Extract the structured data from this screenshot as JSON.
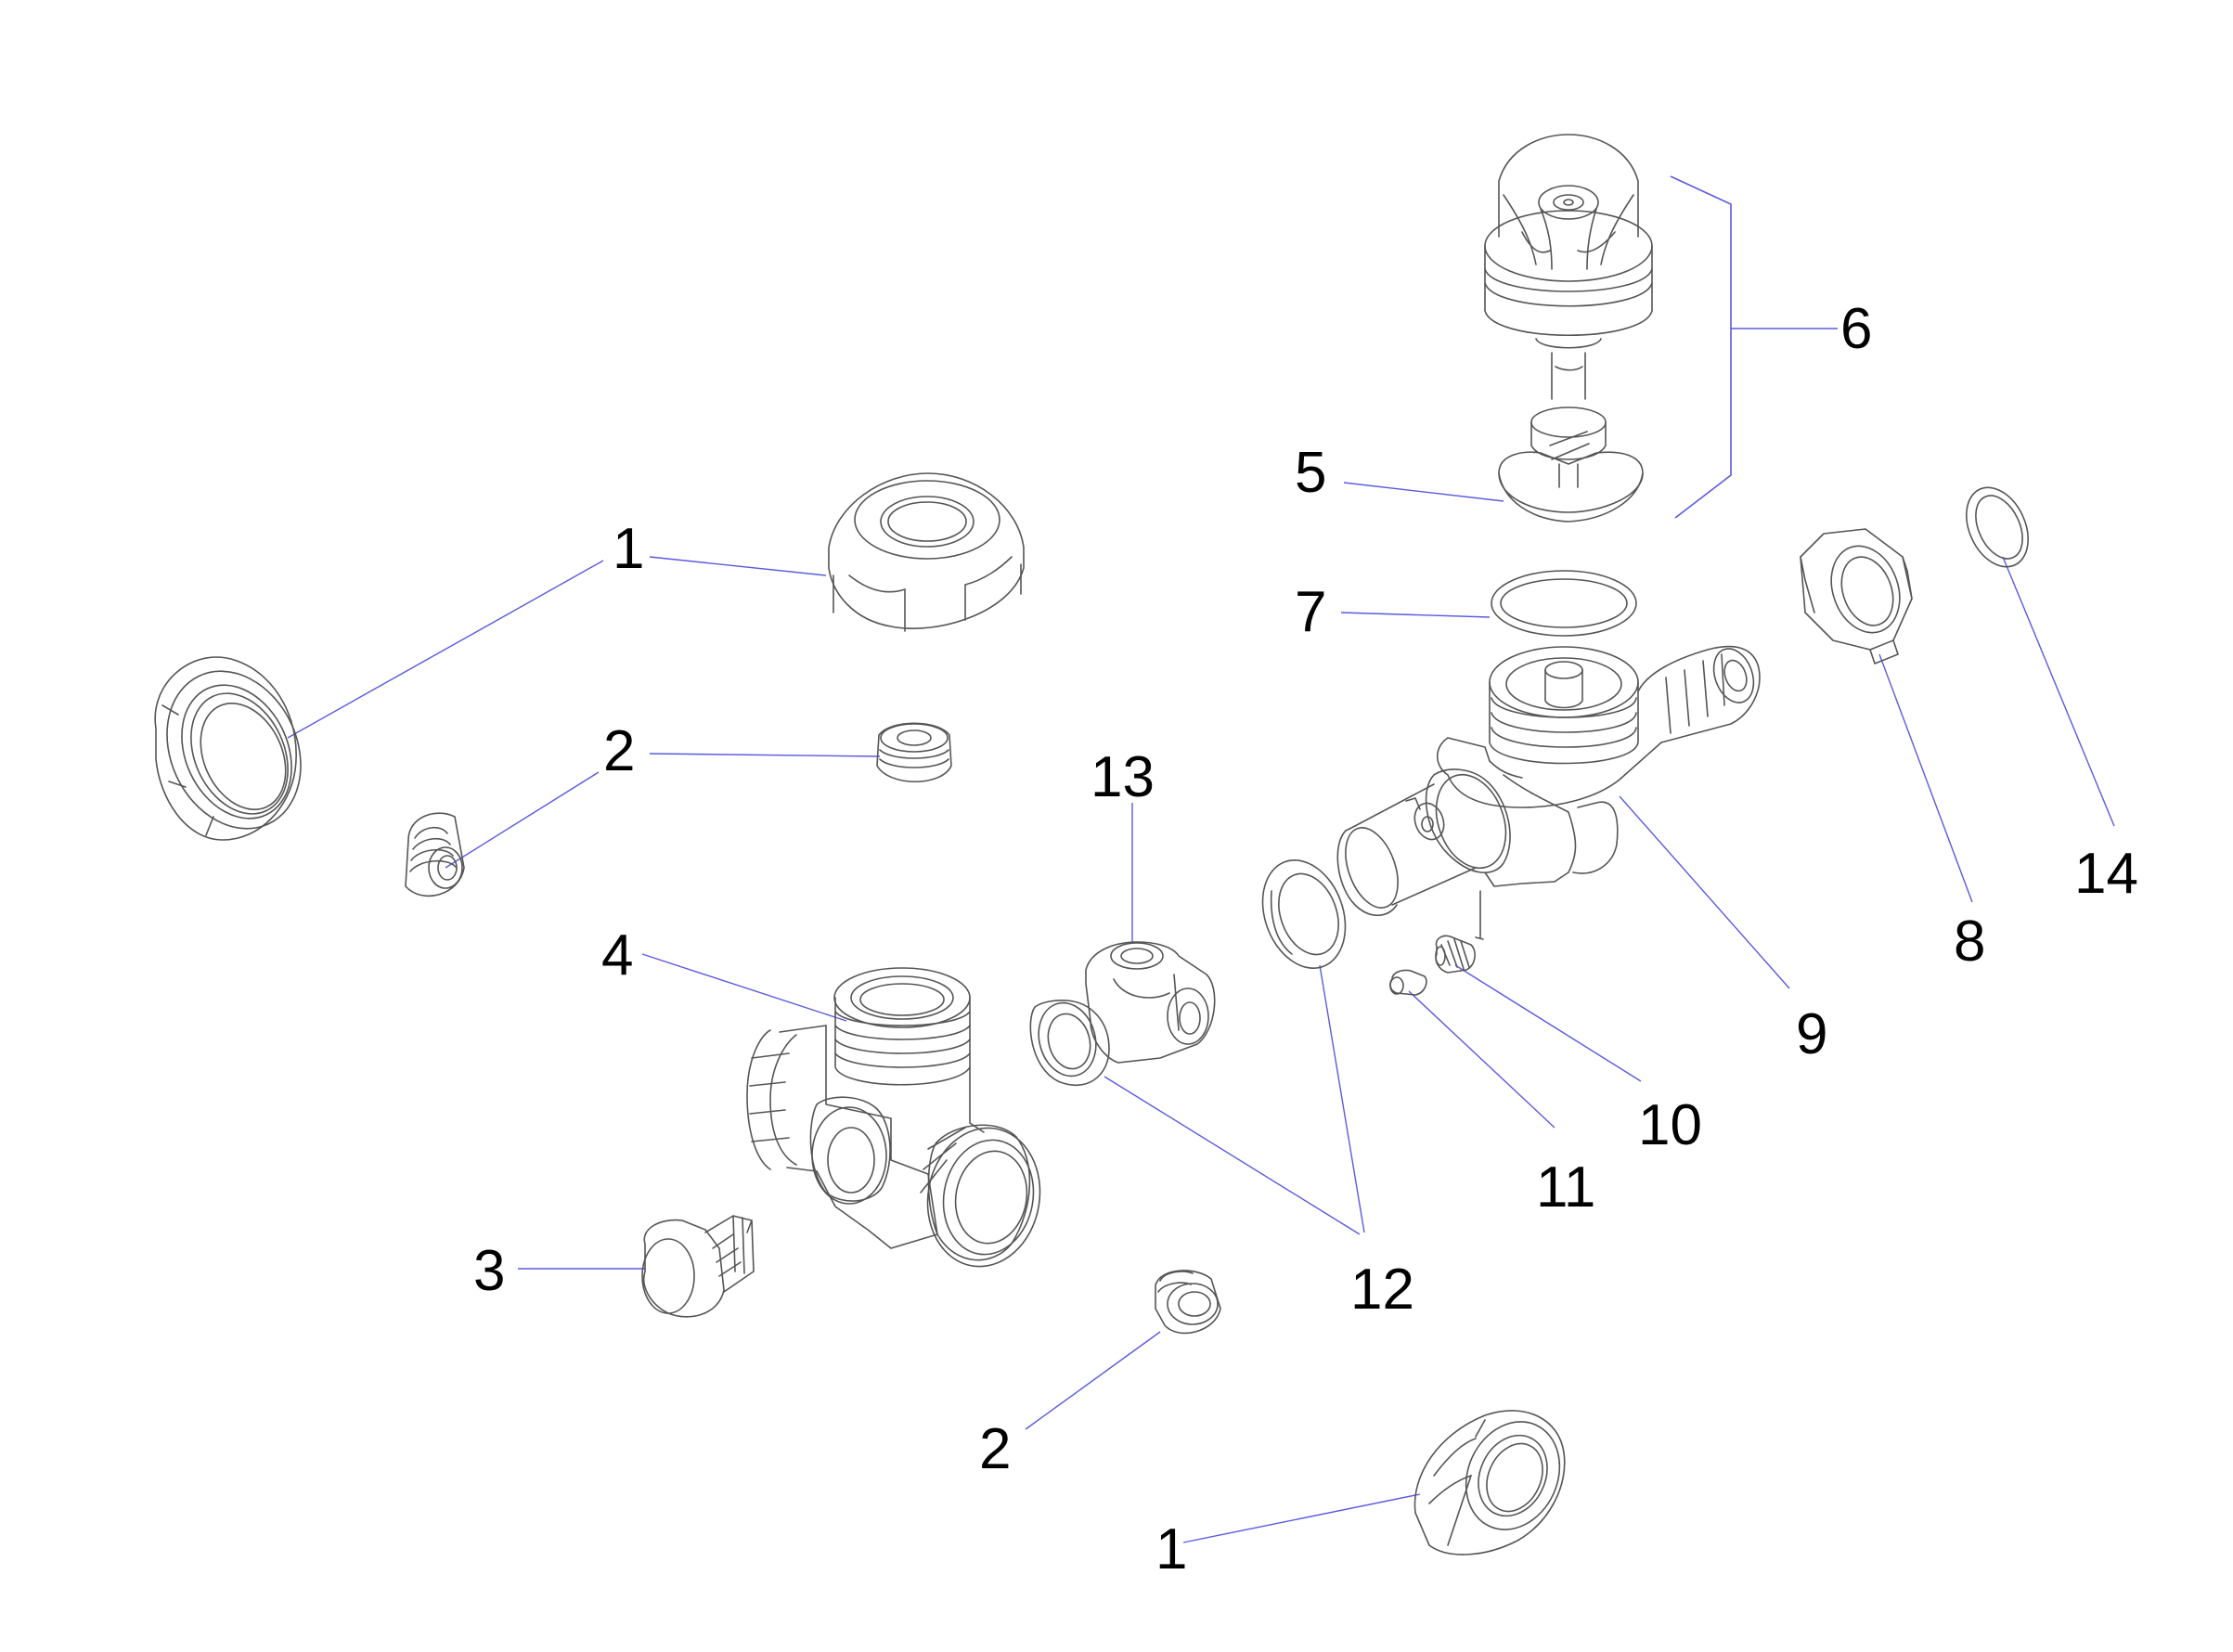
{
  "colors": {
    "background": "#ffffff",
    "leader_line": "#5a5ae0",
    "part_outline": "#555555",
    "label_text": "#000000"
  },
  "callouts": [
    {
      "id": "c1a",
      "text": "1"
    },
    {
      "id": "c1b",
      "text": "1"
    },
    {
      "id": "c2a",
      "text": "2"
    },
    {
      "id": "c2b",
      "text": "2"
    },
    {
      "id": "c3",
      "text": "3"
    },
    {
      "id": "c4",
      "text": "4"
    },
    {
      "id": "c5",
      "text": "5"
    },
    {
      "id": "c6",
      "text": "6"
    },
    {
      "id": "c7",
      "text": "7"
    },
    {
      "id": "c8",
      "text": "8"
    },
    {
      "id": "c9",
      "text": "9"
    },
    {
      "id": "c10",
      "text": "10"
    },
    {
      "id": "c11",
      "text": "11"
    },
    {
      "id": "c12",
      "text": "12"
    },
    {
      "id": "c13",
      "text": "13"
    },
    {
      "id": "c14",
      "text": "14"
    }
  ]
}
